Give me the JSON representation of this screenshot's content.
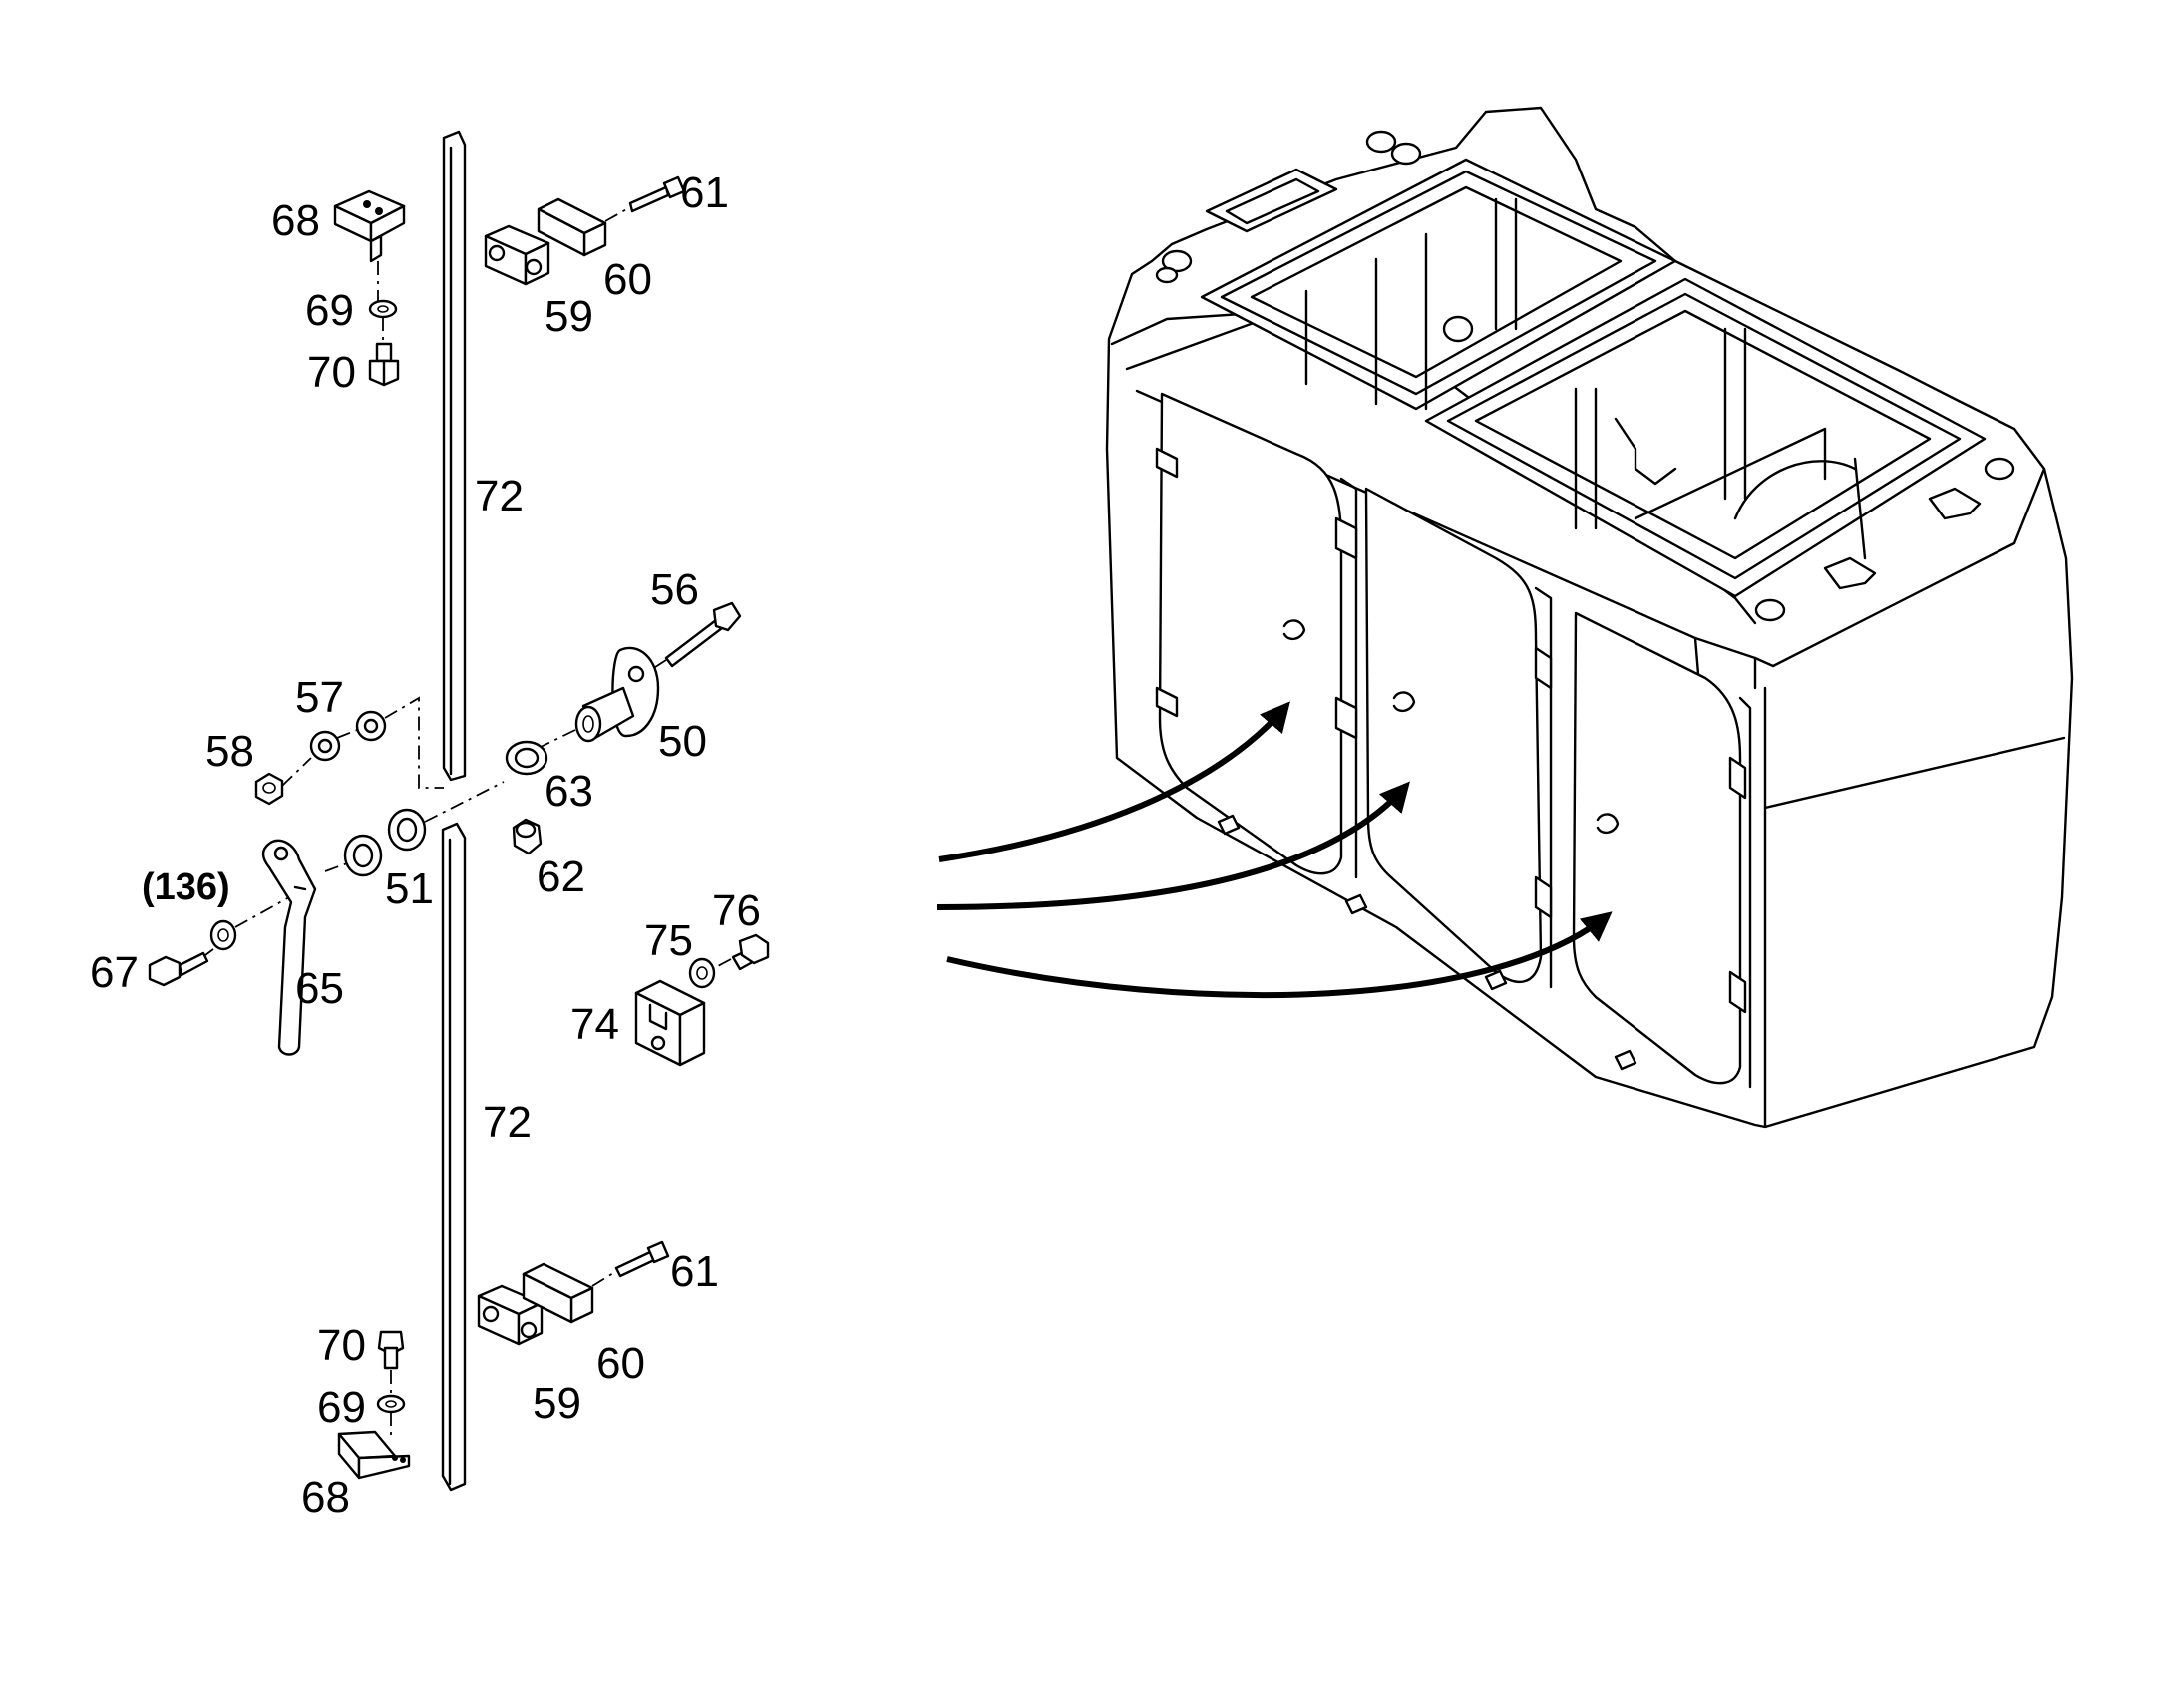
{
  "labels": {
    "l68_top": "68",
    "l69_top": "69",
    "l70_top": "70",
    "l61_top": "61",
    "l60_top": "60",
    "l59_top": "59",
    "l72_top": "72",
    "l56": "56",
    "l57": "57",
    "l58": "58",
    "l50": "50",
    "l63": "63",
    "l62": "62",
    "l51": "51",
    "l136": "(136)",
    "l67": "67",
    "l65": "65",
    "l76": "76",
    "l75": "75",
    "l74": "74",
    "l72_bottom": "72",
    "l61_bottom": "61",
    "l60_bottom": "60",
    "l59_bottom": "59",
    "l70_bottom": "70",
    "l69_bottom": "69",
    "l68_bottom": "68"
  }
}
